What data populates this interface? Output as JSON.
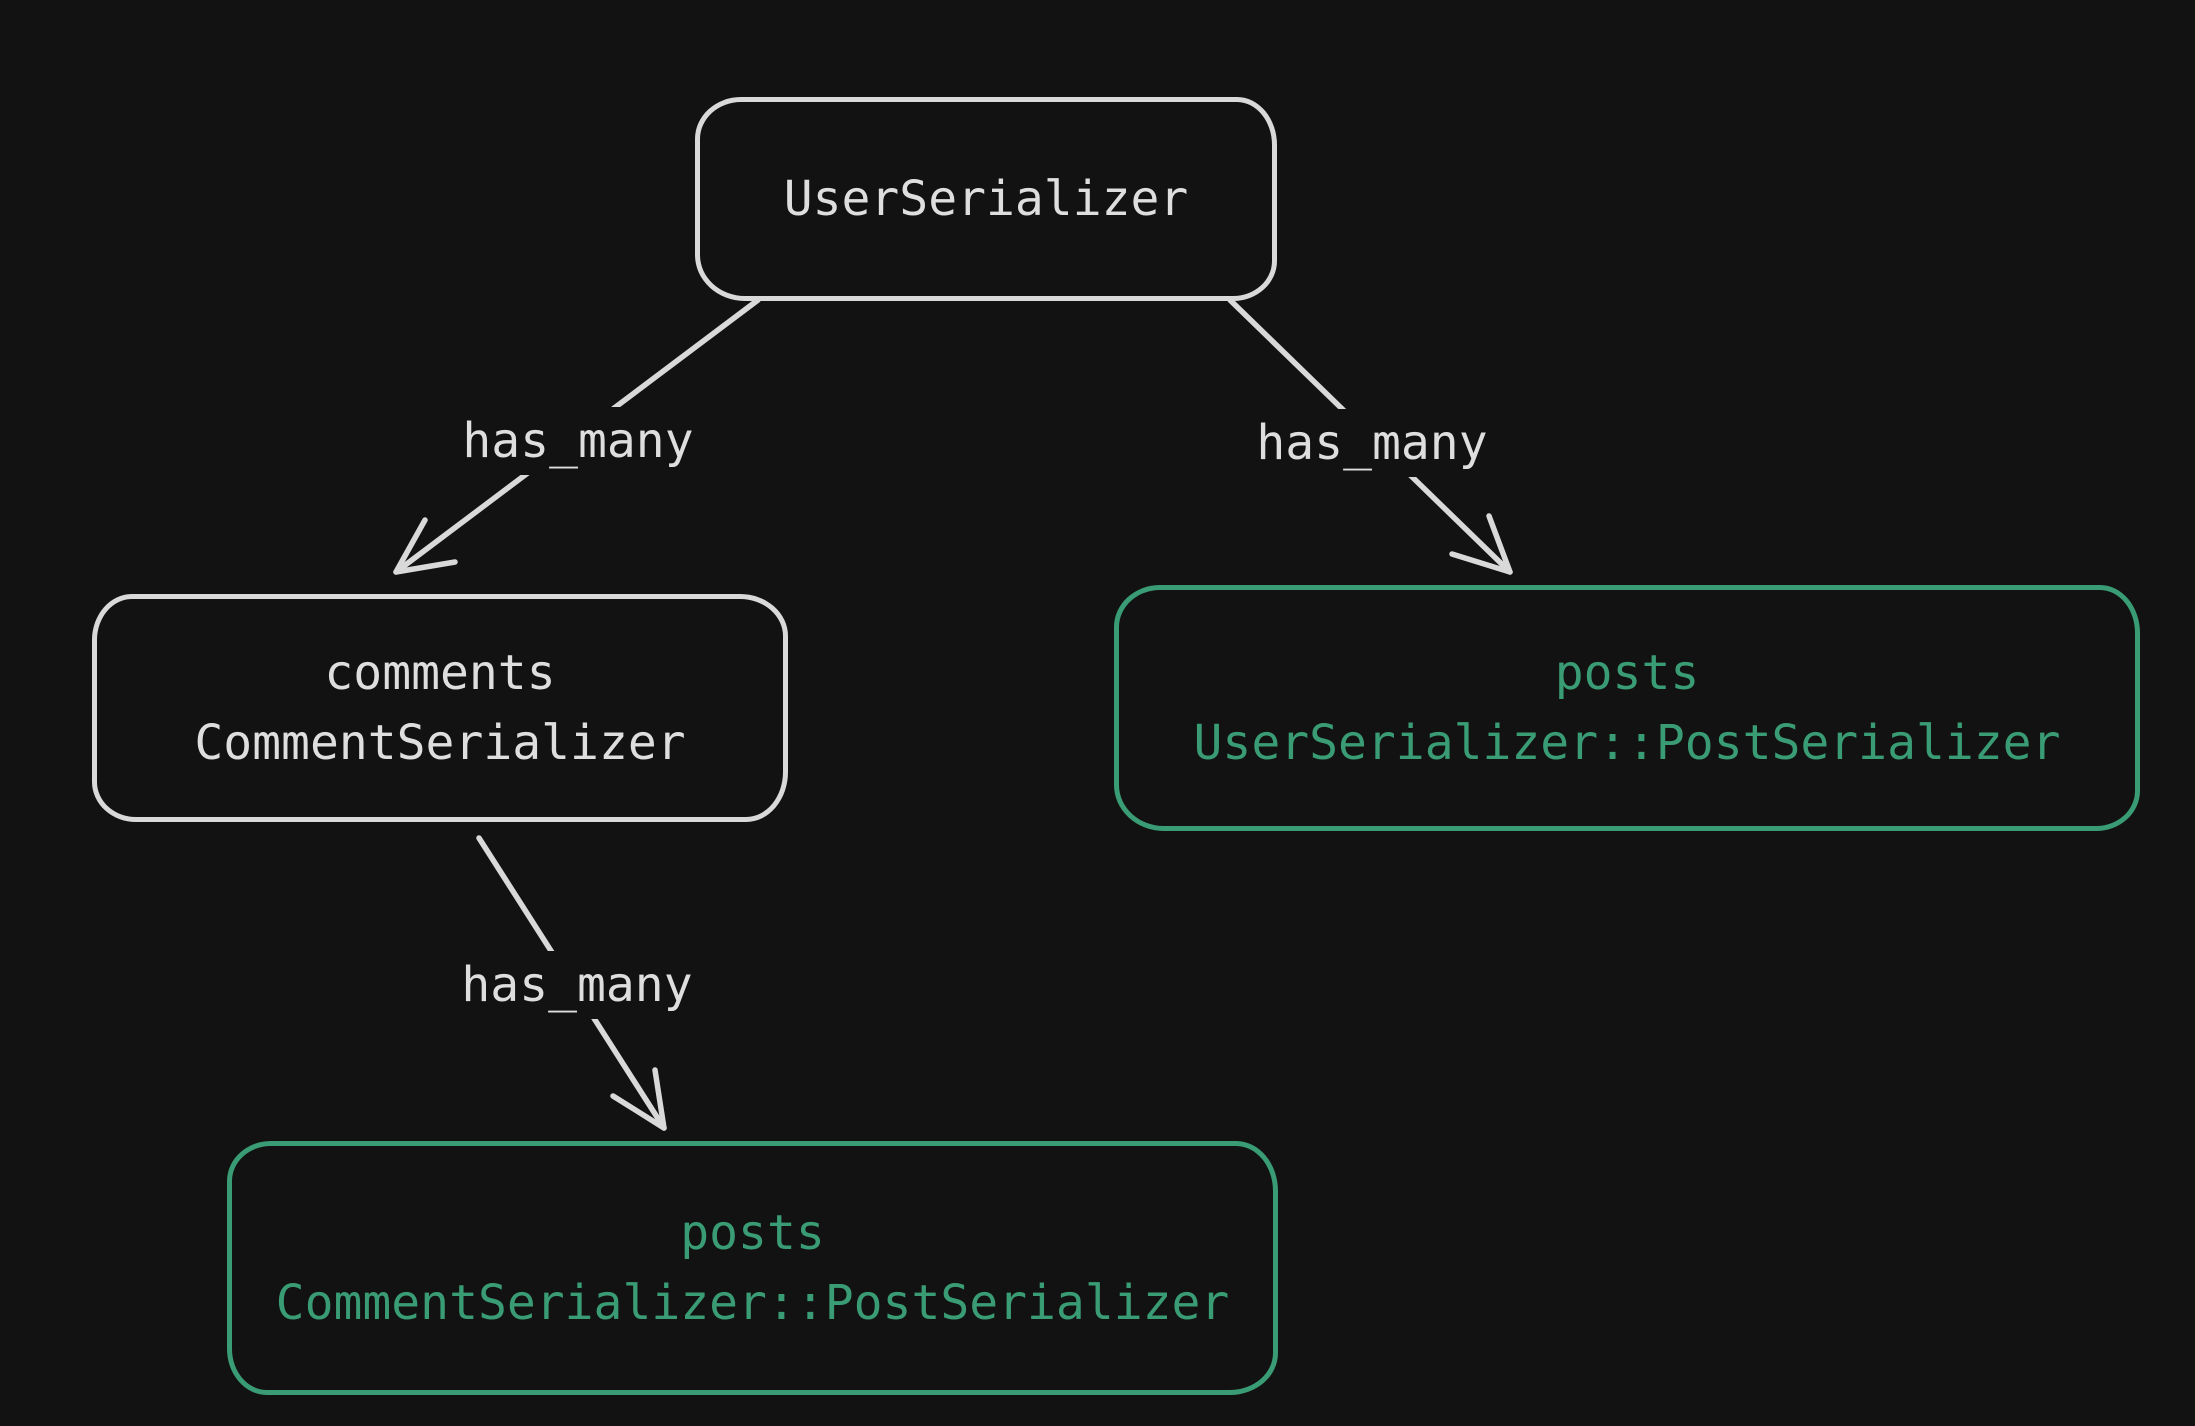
{
  "colors": {
    "background": "#121212",
    "stroke_light": "#d9d9d9",
    "text_light": "#dedede",
    "accent_green": "#3a9c74"
  },
  "diagram": {
    "type": "flowchart",
    "nodes": [
      {
        "id": "user-serializer",
        "color": "light",
        "lines": [
          "UserSerializer"
        ]
      },
      {
        "id": "comments-serializer",
        "color": "light",
        "lines": [
          "comments",
          "CommentSerializer"
        ]
      },
      {
        "id": "posts-user-serializer",
        "color": "green",
        "lines": [
          "posts",
          "UserSerializer::PostSerializer"
        ]
      },
      {
        "id": "posts-comment-serializer",
        "color": "green",
        "lines": [
          "posts",
          "CommentSerializer::PostSerializer"
        ]
      }
    ],
    "edges": [
      {
        "from": "user-serializer",
        "to": "comments-serializer",
        "label": "has_many"
      },
      {
        "from": "user-serializer",
        "to": "posts-user-serializer",
        "label": "has_many"
      },
      {
        "from": "comments-serializer",
        "to": "posts-comment-serializer",
        "label": "has_many"
      }
    ]
  }
}
